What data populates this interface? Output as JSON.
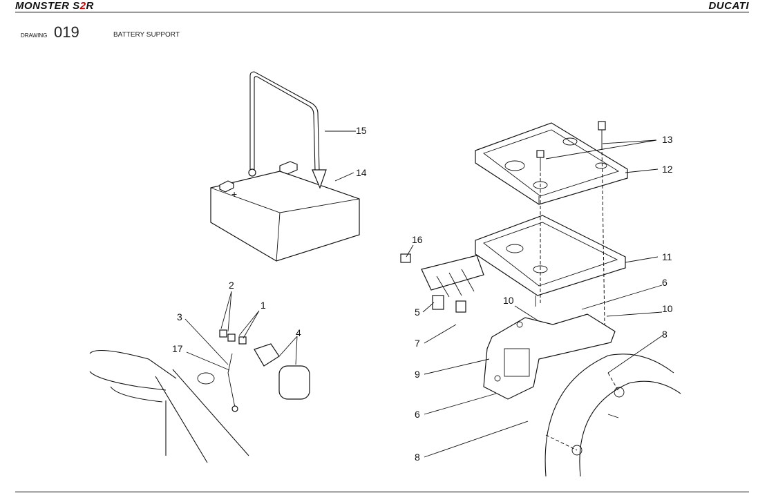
{
  "header": {
    "model_prefix": "MONSTER S",
    "model_num": "2",
    "model_suffix": "R",
    "brand": "DUCATI"
  },
  "drawing": {
    "label": "DRAWING",
    "number": "019",
    "title": "BATTERY SUPPORT"
  },
  "callouts": [
    "15",
    "14",
    "13",
    "12",
    "16",
    "11",
    "2",
    "1",
    "3",
    "4",
    "17",
    "10",
    "6",
    "10",
    "5",
    "7",
    "8",
    "9",
    "6",
    "8"
  ]
}
